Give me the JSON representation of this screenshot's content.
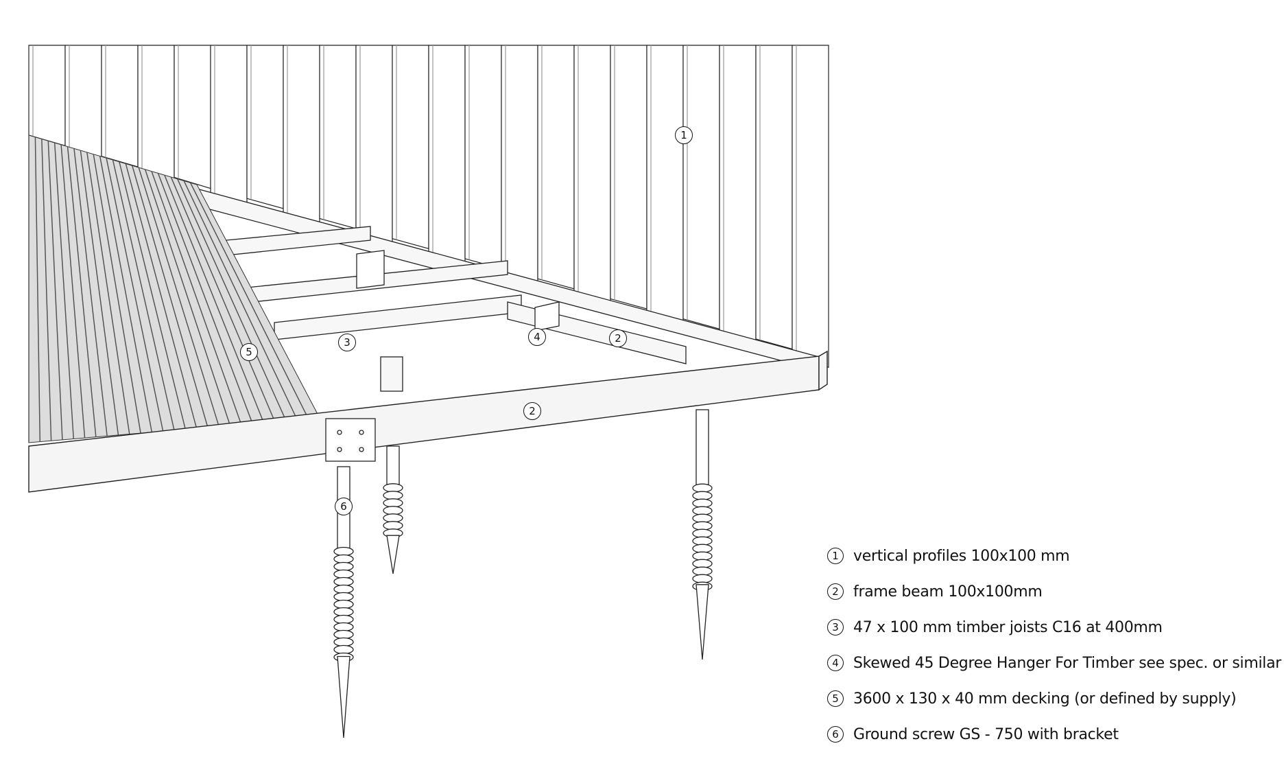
{
  "legend": [
    {
      "num": "1",
      "text": "vertical profiles 100x100 mm"
    },
    {
      "num": "2",
      "text": "frame beam 100x100mm"
    },
    {
      "num": "3",
      "text": "47 x 100 mm timber joists C16 at 400mm"
    },
    {
      "num": "4",
      "text": "Skewed 45 Degree Hanger For Timber see spec. or similar"
    },
    {
      "num": "5",
      "text": "3600 x 130 x 40 mm decking (or defined by supply)"
    },
    {
      "num": "6",
      "text": "Ground screw GS - 750 with bracket"
    }
  ],
  "tags": {
    "t1": "1",
    "t2a": "2",
    "t2b": "2",
    "t3": "3",
    "t4": "4",
    "t5": "5",
    "t6": "6"
  }
}
